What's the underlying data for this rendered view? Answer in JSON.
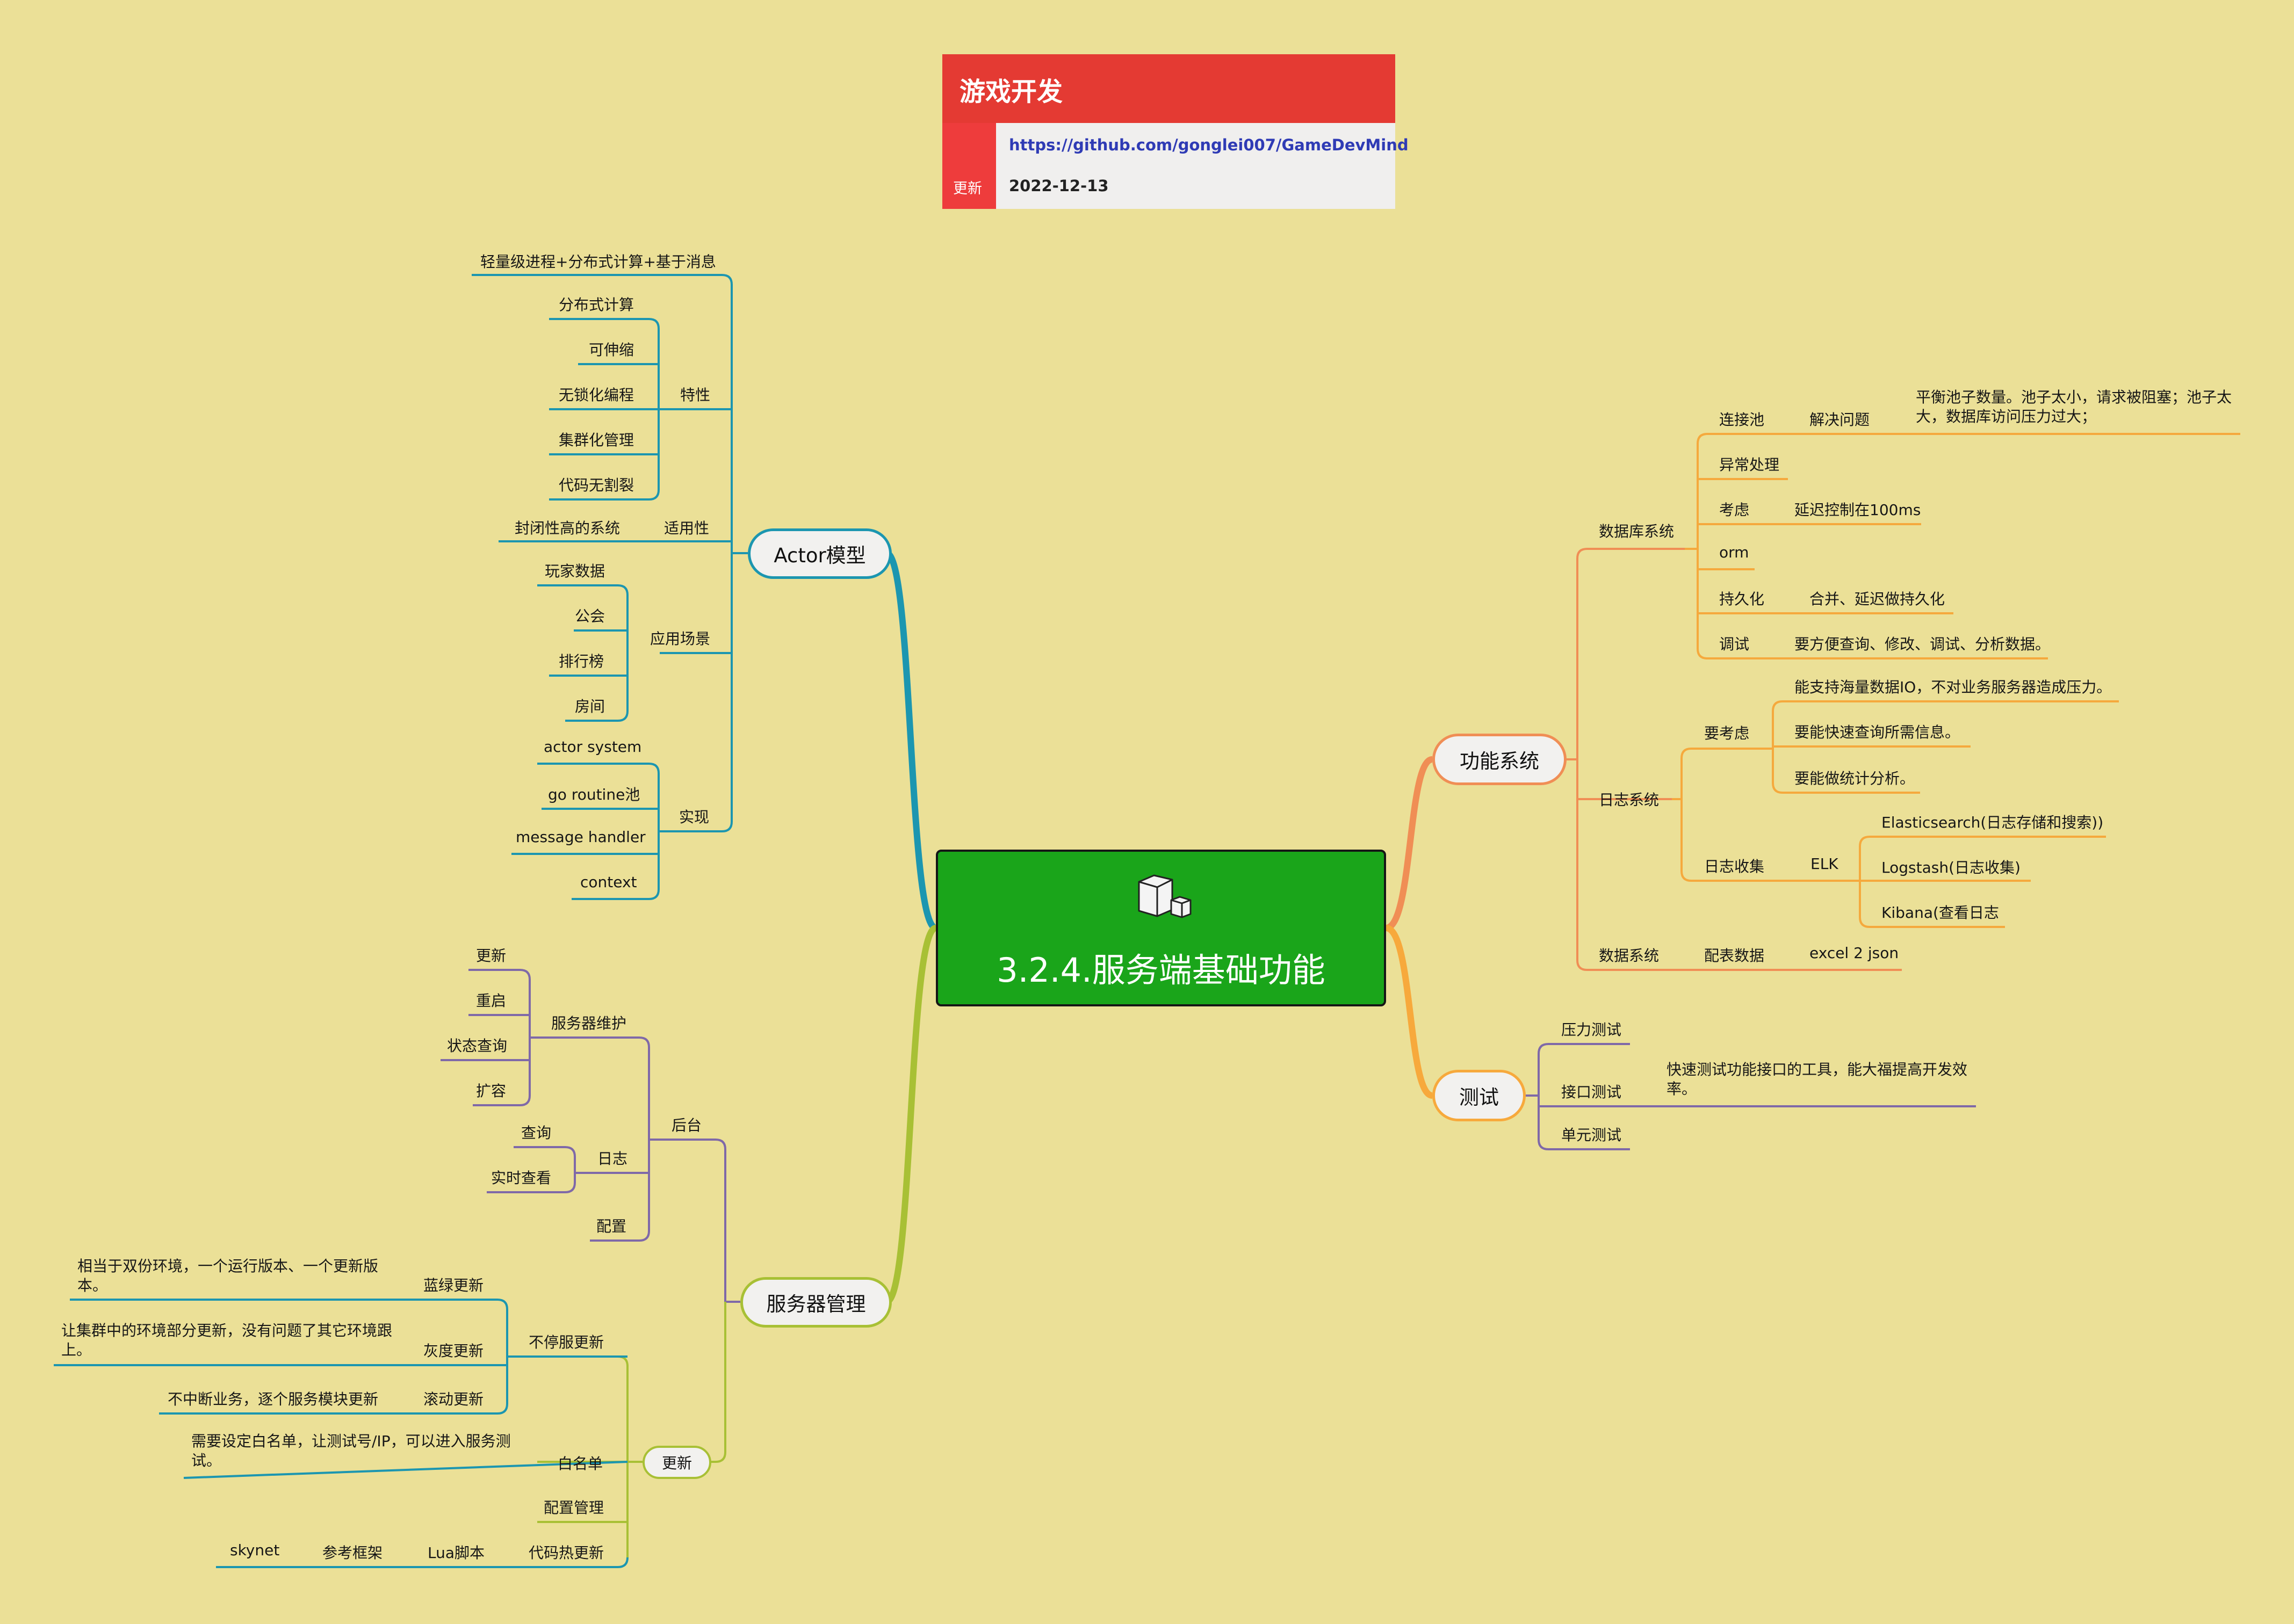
{
  "header": {
    "title": "游戏开发",
    "side_label": "更新",
    "url": "https://github.com/gonglei007/GameDevMind",
    "date": "2022-12-13"
  },
  "central": {
    "label": "3.2.4.服务端基础功能",
    "icon": "cube-icon"
  },
  "colors": {
    "background": "#ebe097",
    "central": "#1aa51a",
    "actor": "#1c96b0",
    "server": "#a8c035",
    "server_backend": "#7f69a8",
    "server_update_nonstop": "#1c96b0",
    "function": "#f08e55",
    "function_sub": "#f5a93d",
    "test": "#f7a93c",
    "test_sub": "#7f69a8"
  },
  "actor": {
    "label": "Actor模型",
    "definition": "轻量级进程+分布式计算+基于消息",
    "features": {
      "label": "特性",
      "items": [
        "分布式计算",
        "可伸缩",
        "无锁化编程",
        "集群化管理",
        "代码无割裂"
      ]
    },
    "applicability": {
      "label": "适用性",
      "item": "封闭性高的系统"
    },
    "scenarios": {
      "label": "应用场景",
      "items": [
        "玩家数据",
        "公会",
        "排行榜",
        "房间"
      ]
    },
    "implementation": {
      "label": "实现",
      "items": [
        "actor system",
        "go routine池",
        "message handler",
        "context"
      ]
    }
  },
  "server": {
    "label": "服务器管理",
    "backend": {
      "label": "后台",
      "maintenance": {
        "label": "服务器维护",
        "items": [
          "更新",
          "重启",
          "状态查询",
          "扩容"
        ]
      },
      "log": {
        "label": "日志",
        "items": [
          "查询",
          "实时查看"
        ]
      },
      "config": "配置"
    },
    "update": {
      "label": "更新",
      "nonstop": {
        "label": "不停服更新",
        "items": [
          {
            "label": "蓝绿更新",
            "note": "相当于双份环境，一个运行版本、一个更新版本。"
          },
          {
            "label": "灰度更新",
            "note": "让集群中的环境部分更新，没有问题了其它环境跟上。"
          },
          {
            "label": "滚动更新",
            "note": "不中断业务，逐个服务模块更新"
          }
        ]
      },
      "whitelist": {
        "label": "白名单",
        "note": "需要设定白名单，让测试号/IP，可以进入服务测试。"
      },
      "config_mgmt": "配置管理",
      "hotfix": {
        "label": "代码热更新",
        "path": [
          "Lua脚本",
          "参考框架",
          "skynet"
        ]
      }
    }
  },
  "function": {
    "label": "功能系统",
    "database": {
      "label": "数据库系统",
      "pool": {
        "label": "连接池",
        "sub": "解决问题",
        "note": "平衡池子数量。池子太小，请求被阻塞；池子太大，数据库访问压力过大；"
      },
      "exception": "异常处理",
      "consider": {
        "label": "考虑",
        "value": "延迟控制在100ms"
      },
      "orm": "orm",
      "persist": {
        "label": "持久化",
        "value": "合并、延迟做持久化"
      },
      "debug": {
        "label": "调试",
        "value": "要方便查询、修改、调试、分析数据。"
      }
    },
    "log": {
      "label": "日志系统",
      "requirements": {
        "label": "要考虑",
        "items": [
          "能支持海量数据IO，不对业务服务器造成压力。",
          "要能快速查询所需信息。",
          "要能做统计分析。"
        ]
      },
      "collect": {
        "label": "日志收集",
        "sub": "ELK",
        "items": [
          "Elasticsearch(日志存储和搜索))",
          "Logstash(日志收集)",
          "Kibana(查看日志"
        ]
      }
    },
    "data": {
      "label": "数据系统",
      "sub": "配表数据",
      "value": "excel 2 json"
    }
  },
  "test": {
    "label": "测试",
    "stress": "压力测试",
    "interface": {
      "label": "接口测试",
      "note": "快速测试功能接口的工具，能大福提高开发效率。"
    },
    "unit": "单元测试"
  }
}
